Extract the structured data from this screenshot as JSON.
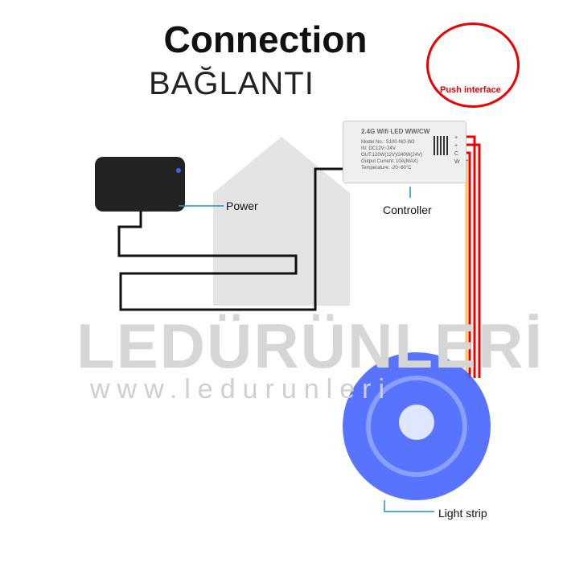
{
  "title": "Connection",
  "subtitle": "BAĞLANTI",
  "watermark": {
    "brand": "LEDÜRÜNLERİ",
    "url": "www.ledurunleri"
  },
  "callouts": {
    "push": "Push interface",
    "power": "Power",
    "controller": "Controller",
    "strip": "Light strip"
  },
  "controller": {
    "name": "2.4G Wifi LED WW/CW",
    "model": "Model No.: S100-NO-W2",
    "input": "IN: DC12V~24V",
    "output": "OUT:120W(12V)/240W(24V)",
    "current": "Output Current: 10A(MAX)",
    "temp": "Temperature: -20~60°C",
    "terminals": [
      "+",
      "+",
      "C",
      "W"
    ]
  },
  "colors": {
    "callout_line": "#1a8fd6",
    "accent_red": "#e00000",
    "strip": "#3b5cff"
  }
}
